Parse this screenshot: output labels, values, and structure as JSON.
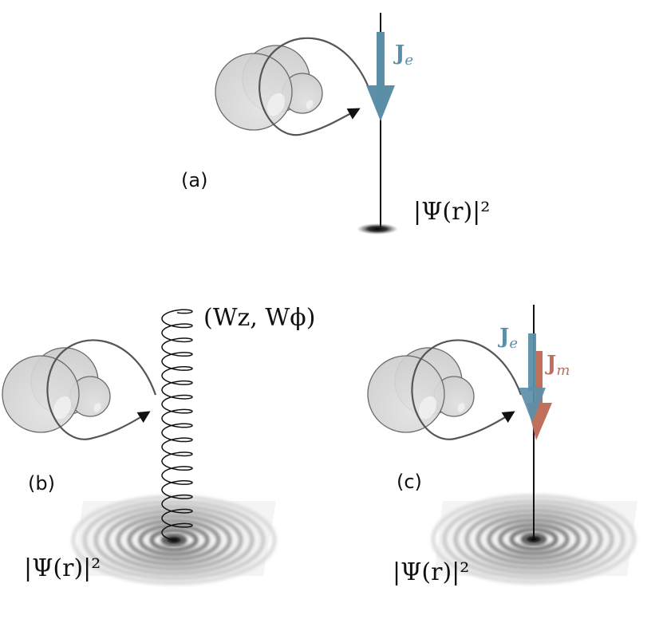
{
  "panels": {
    "a": {
      "label": "(a)",
      "current_symbol": "J",
      "current_subscript": "e",
      "density_label": "|Ψ(r)|²"
    },
    "b": {
      "label": "(b)",
      "vortex_label": "(Wz, Wϕ)",
      "density_label": "|Ψ(r)|²"
    },
    "c": {
      "label": "(c)",
      "current_e_symbol": "J",
      "current_e_subscript": "e",
      "current_m_symbol": "J",
      "current_m_subscript": "m",
      "density_label": "|Ψ(r)|²"
    }
  },
  "colors": {
    "electric_current": "#5b8fa8",
    "magnetic_current": "#c0705a",
    "sphere_fill": "#d4d4d4",
    "sphere_stroke": "#6a6a6a"
  }
}
